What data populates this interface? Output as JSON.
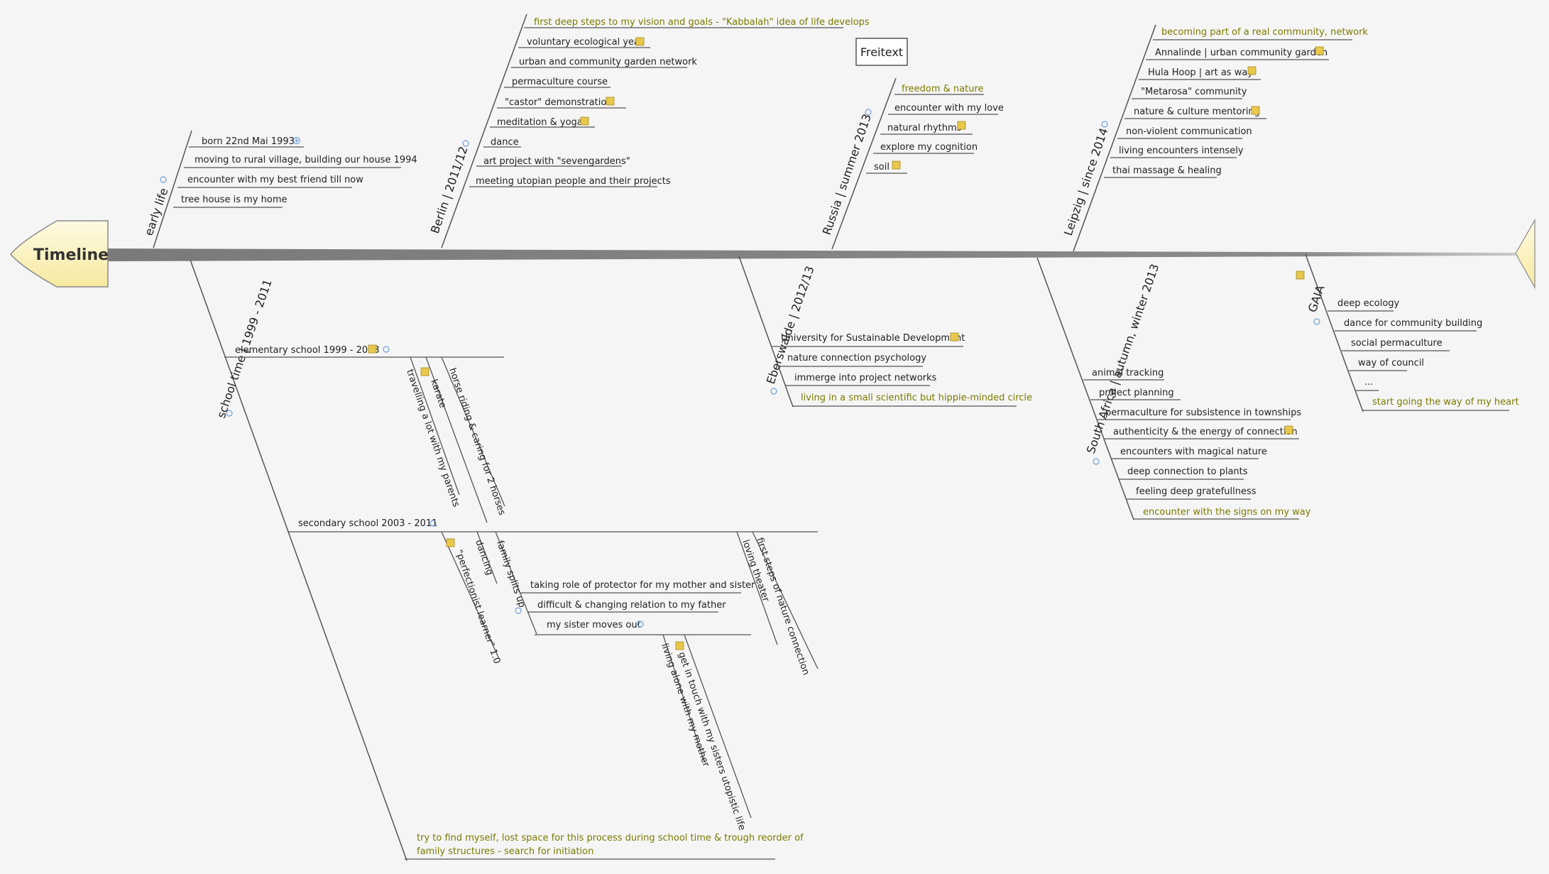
{
  "title": "Timeline",
  "freitext": "Freitext",
  "top_branches": [
    {
      "label": "early life",
      "items": [
        {
          "text": "born 22nd Mai 1993",
          "note": false,
          "plus": true
        },
        {
          "text": "moving to rural village, building our house 1994"
        },
        {
          "text": "encounter with my best friend till now"
        },
        {
          "text": "tree house is my home"
        }
      ]
    },
    {
      "label": "Berlin | 2011/12",
      "items": [
        {
          "text": "first deep steps to my vision and goals - \"Kabbalah\" idea of life develops",
          "highlight": true
        },
        {
          "text": "voluntary ecological year",
          "note": true
        },
        {
          "text": "urban and community garden network"
        },
        {
          "text": "permaculture course"
        },
        {
          "text": "\"castor\" demonstration",
          "note": true
        },
        {
          "text": "meditation & yoga",
          "note": true
        },
        {
          "text": "dance"
        },
        {
          "text": "art project with \"sevengardens\""
        },
        {
          "text": "meeting utopian people and their projects"
        }
      ]
    },
    {
      "label": "Russia | summer 2013",
      "items": [
        {
          "text": "freedom & nature",
          "highlight": true
        },
        {
          "text": "encounter with my love"
        },
        {
          "text": "natural rhythms",
          "note": true
        },
        {
          "text": "explore my cognition"
        },
        {
          "text": "soil",
          "note": true
        }
      ]
    },
    {
      "label": "Leipzig | since 2014",
      "items": [
        {
          "text": "becoming part of a real community, network",
          "highlight": true
        },
        {
          "text": "Annalinde | urban community garden",
          "note": true
        },
        {
          "text": "Hula Hoop | art as way",
          "note": true
        },
        {
          "text": "\"Metarosa\" community"
        },
        {
          "text": "nature & culture mentoring",
          "note": true
        },
        {
          "text": "non-violent communication"
        },
        {
          "text": "living encounters intensely"
        },
        {
          "text": "thai massage & healing"
        }
      ]
    }
  ],
  "bottom_branches": [
    {
      "label": "school time | 1999 - 2011",
      "elementary": {
        "text": "elementary school 1999 - 2003",
        "subs": [
          "travelling a lot with my parents",
          "karate",
          "horse riding & caring for 2 horses"
        ]
      },
      "secondary": {
        "text": "secondary school 2003 - 2011",
        "subs": [
          "\"perfectionist learner\" 1.0",
          "dancing",
          "family splits up",
          "loving theater",
          "first steps of nature connection"
        ],
        "family_items": [
          "taking role of protector for my mother and sister",
          "difficult & changing relation to my father",
          "my sister moves out"
        ],
        "sister_subs": [
          "living alone with my mother",
          "get in touch with my sisters utopistic life"
        ]
      },
      "bottom_note": [
        "try to find myself, lost space for this process during school time & trough reorder of",
        "family structures - search for initiation"
      ]
    },
    {
      "label": "Eberswalde | 2012/13",
      "items": [
        {
          "text": "University for Sustainable Development",
          "note": true
        },
        {
          "text": "nature connection psychology"
        },
        {
          "text": "immerge into project networks"
        },
        {
          "text": "living in a small scientific but hippie-minded circle",
          "highlight": true
        }
      ]
    },
    {
      "label": "South Africa | autumn, winter 2013",
      "items": [
        {
          "text": "animal tracking"
        },
        {
          "text": "project planning"
        },
        {
          "text": "permaculture for subsistence in townships"
        },
        {
          "text": "authenticity & the energy of connection",
          "note": true
        },
        {
          "text": "encounters with magical nature"
        },
        {
          "text": "deep connection to plants"
        },
        {
          "text": "feeling deep gratefullness"
        },
        {
          "text": "encounter with the signs on my way",
          "highlight": true
        }
      ]
    },
    {
      "label": "GAIA",
      "items": [
        {
          "text": "deep ecology"
        },
        {
          "text": "dance for community building"
        },
        {
          "text": "social permaculture"
        },
        {
          "text": "way of council"
        },
        {
          "text": "..."
        },
        {
          "text": "start going the way of my heart",
          "highlight": true
        }
      ]
    }
  ],
  "colors": {
    "background": "#f5f5f5",
    "spine": "#808080",
    "line": "#555555",
    "highlight_text": "#7a7a00",
    "head_fill": "#fbf3bd",
    "note_fill": "#e8c84a",
    "collapse": "#6e9fd8"
  }
}
